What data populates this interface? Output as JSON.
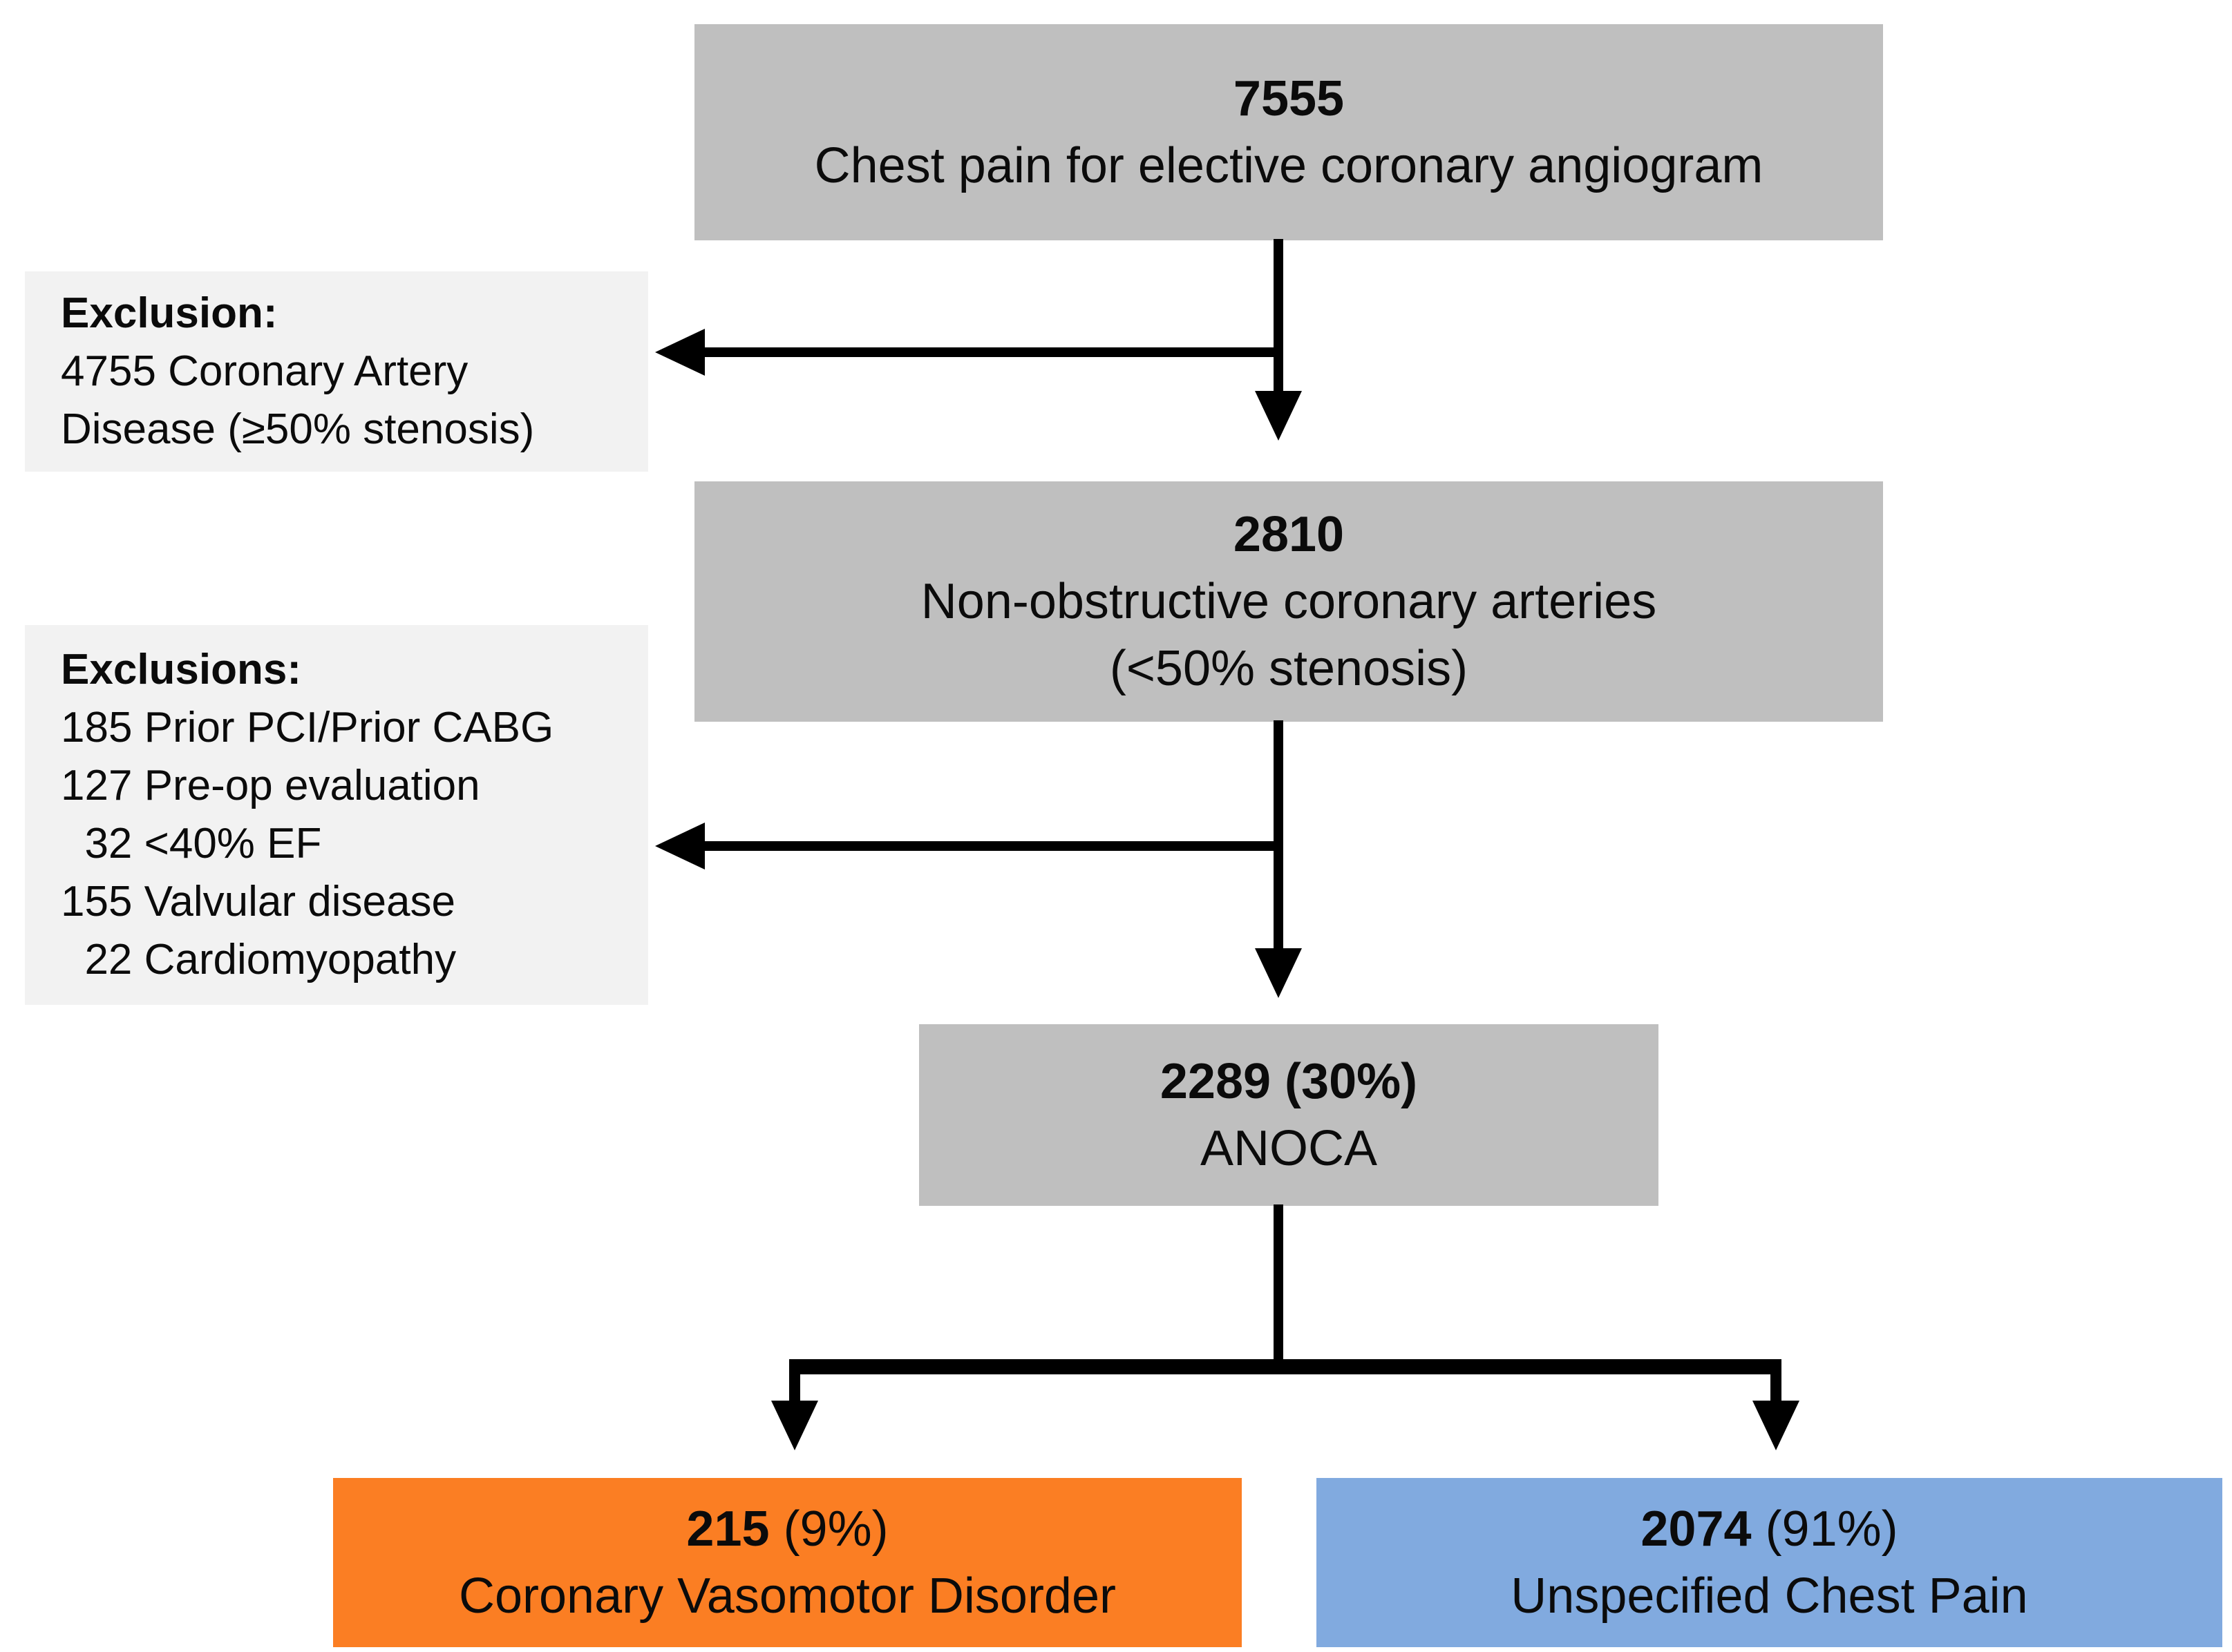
{
  "diagram": {
    "title_context": "Patient flow diagram",
    "colors": {
      "gray": "#BFBFBF",
      "light_gray": "#F2F2F2",
      "orange": "#FB7E23",
      "blue": "#81AADF",
      "line": "#000000"
    },
    "boxes": {
      "population": {
        "count": "7555",
        "label": "Chest pain for elective coronary angiogram"
      },
      "exclusion1": {
        "heading": "Exclusion:",
        "line1": "4755 Coronary Artery",
        "line2": "Disease (≥50% stenosis)"
      },
      "nonobstructive": {
        "count": "2810",
        "label1": "Non-obstructive coronary arteries",
        "label2": "(<50% stenosis)"
      },
      "exclusion2": {
        "heading": "Exclusions:",
        "items": [
          "185 Prior PCI/Prior CABG",
          "127 Pre-op evaluation",
          "  32 <40% EF",
          "155 Valvular disease",
          "  22 Cardiomyopathy"
        ]
      },
      "anoca": {
        "count": "2289 (30%)",
        "label": "ANOCA"
      },
      "vasomotor": {
        "count": "215",
        "percent": "(9%)",
        "label": "Coronary Vasomotor Disorder"
      },
      "unspecified": {
        "count": "2074",
        "percent": "(91%)",
        "label": "Unspecified Chest Pain"
      }
    }
  }
}
